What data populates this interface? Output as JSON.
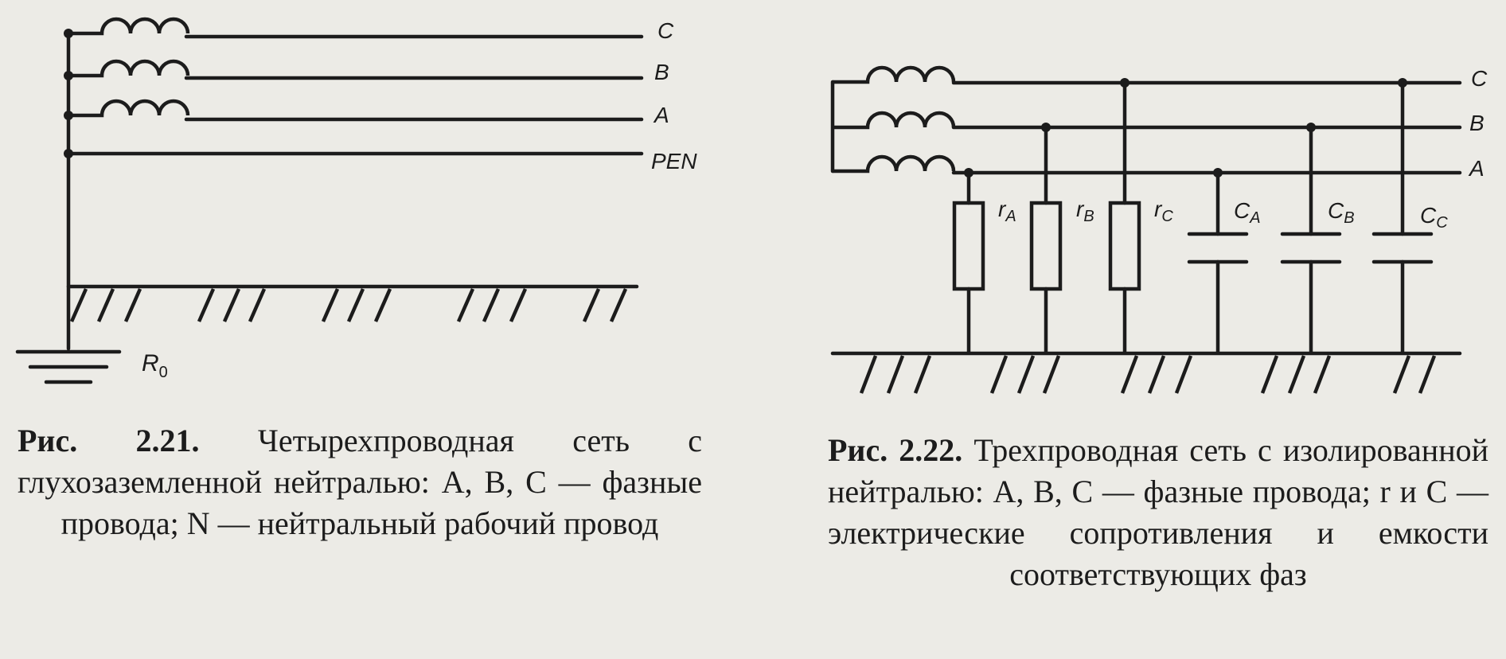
{
  "figure_1": {
    "phase_labels": {
      "c": "C",
      "b": "B",
      "a": "A",
      "pen": "PEN"
    },
    "ground_label": {
      "main": "R",
      "sub": "0"
    },
    "caption": {
      "number": "Рис. 2.21.",
      "text": "Четырехпроводная сеть с глухозаземленной нейтралью: A, B, C — фазные провода; N — нейтральный рабочий провод"
    }
  },
  "figure_2": {
    "phase_labels": {
      "c": "C",
      "b": "B",
      "a": "A"
    },
    "element_labels": [
      {
        "main": "r",
        "sub": "A"
      },
      {
        "main": "r",
        "sub": "B"
      },
      {
        "main": "r",
        "sub": "C"
      },
      {
        "main": "C",
        "sub": "A"
      },
      {
        "main": "C",
        "sub": "B"
      },
      {
        "main": "C",
        "sub": "C"
      }
    ],
    "caption": {
      "number": "Рис. 2.22.",
      "text": "Трехпроводная сеть с изолированной нейтралью: A, B, C — фазные провода; r и C — электрические сопротивления и емкости соответствующих фаз"
    }
  }
}
